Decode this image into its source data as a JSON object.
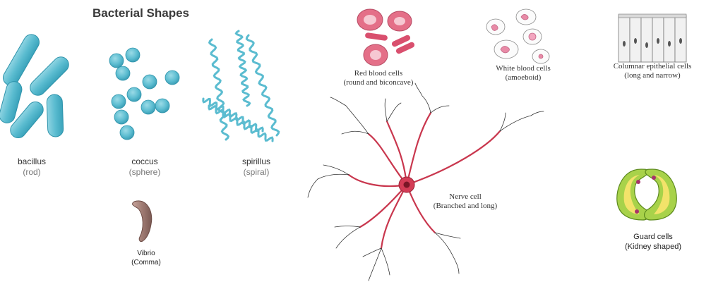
{
  "title": "Bacterial Shapes",
  "bacteria": [
    {
      "name": "bacillus",
      "desc": "(rod)"
    },
    {
      "name": "coccus",
      "desc": "(sphere)"
    },
    {
      "name": "spirillus",
      "desc": "(spiral)"
    },
    {
      "name": "Vibrio",
      "desc": "(Comma)"
    }
  ],
  "cells": [
    {
      "name": "Red blood cells",
      "desc": "(round and biconcave)"
    },
    {
      "name": "White blood cells",
      "desc": "(amoeboid)"
    },
    {
      "name": "Columnar epithelial cells",
      "desc": "(long and narrow)"
    },
    {
      "name": "Nerve cell",
      "desc": "(Branched and long)"
    },
    {
      "name": "Guard cells",
      "desc": "(Kidney shaped)"
    }
  ],
  "colors": {
    "bacteria_blue": "#5bbcd0",
    "bacteria_blue_dark": "#2e93ab",
    "vibrio_brown": "#a07c74",
    "rbc_pink": "#e46f88",
    "nerve_red": "#c9374e",
    "guard_green": "#a8d24a",
    "guard_yellow": "#f3e36a"
  }
}
